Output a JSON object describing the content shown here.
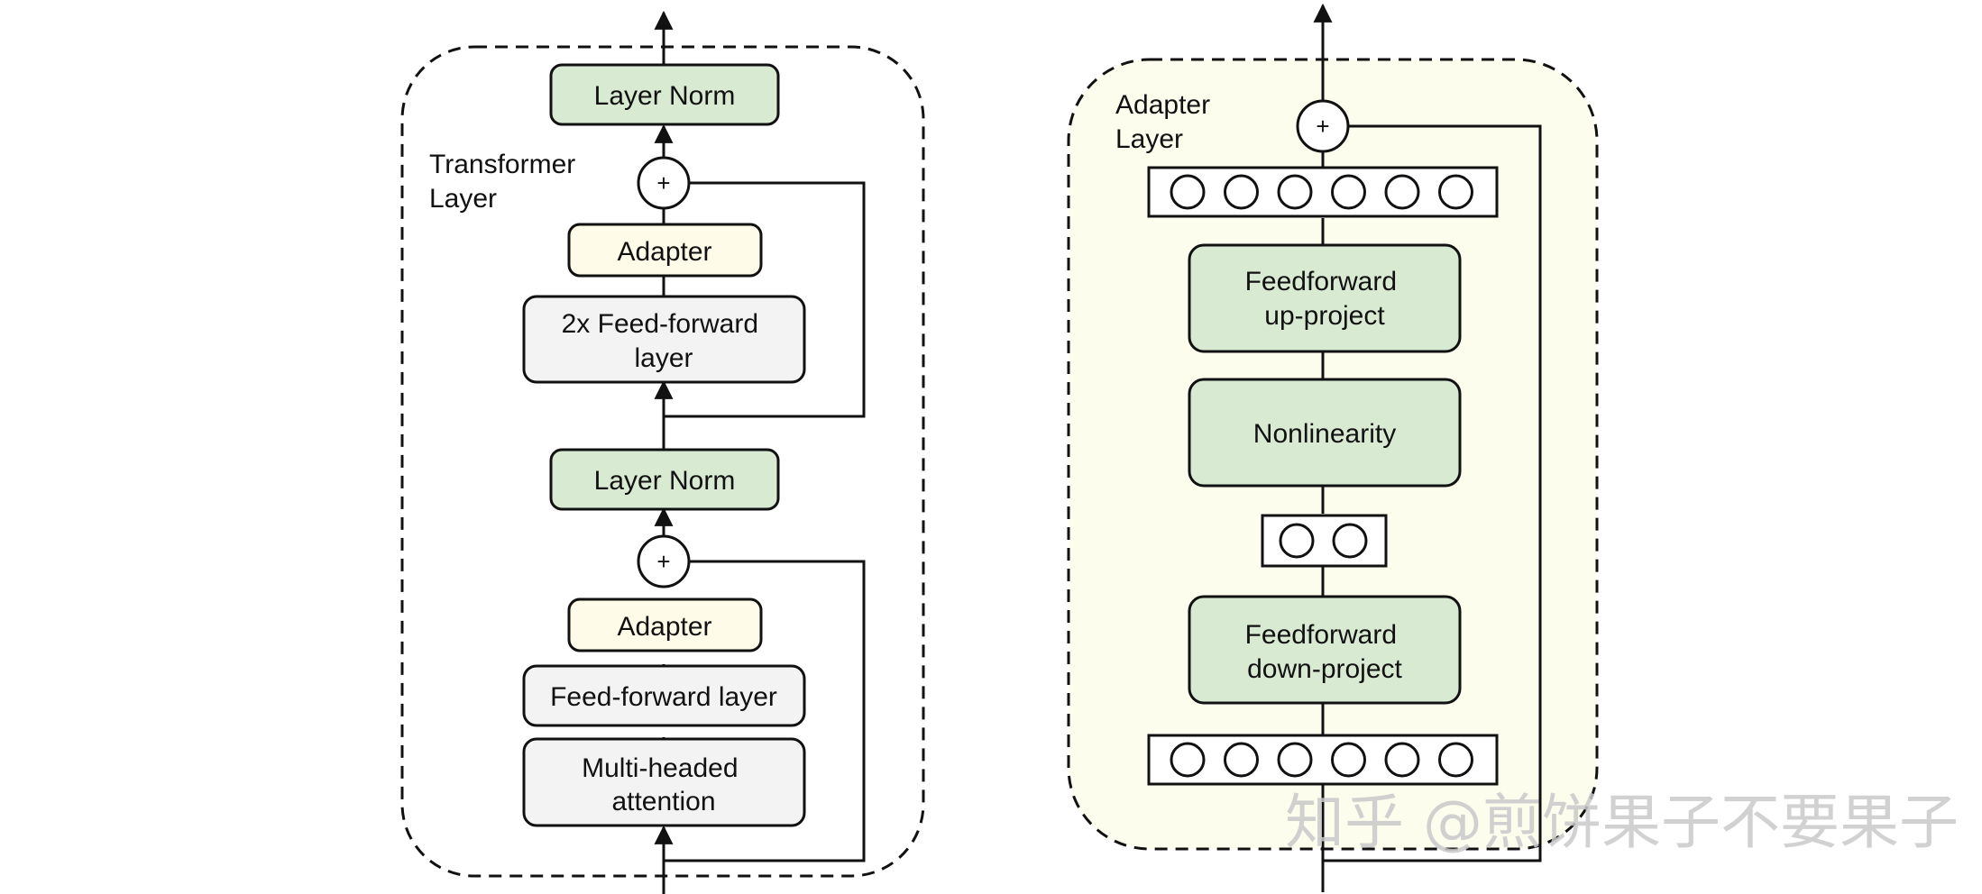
{
  "colors": {
    "green_fill": "#d9ead3",
    "gray_fill": "#f3f3f3",
    "cream_fill": "#fefce8",
    "adapter_panel_fill": "#fdfdee",
    "stroke": "#111111",
    "watermark": "#c9c9c9"
  },
  "transformer": {
    "group_label": [
      "Transformer",
      "Layer"
    ],
    "layer_norm_top": "Layer Norm",
    "plus_top": "+",
    "adapter_top": "Adapter",
    "ffn_2x": [
      "2x Feed-forward",
      "layer"
    ],
    "layer_norm_bottom": "Layer Norm",
    "plus_bottom": "+",
    "adapter_bottom": "Adapter",
    "ffn": "Feed-forward layer",
    "attention": [
      "Multi-headed",
      "attention"
    ]
  },
  "adapter": {
    "group_label": [
      "Adapter",
      "Layer"
    ],
    "plus": "+",
    "up_project": [
      "Feedforward",
      "up-project"
    ],
    "nonlinearity": "Nonlinearity",
    "down_project": [
      "Feedforward",
      "down-project"
    ],
    "input_units": 6,
    "bottleneck_units": 2,
    "output_units": 6
  },
  "watermark": "知乎 @煎饼果子不要果子"
}
